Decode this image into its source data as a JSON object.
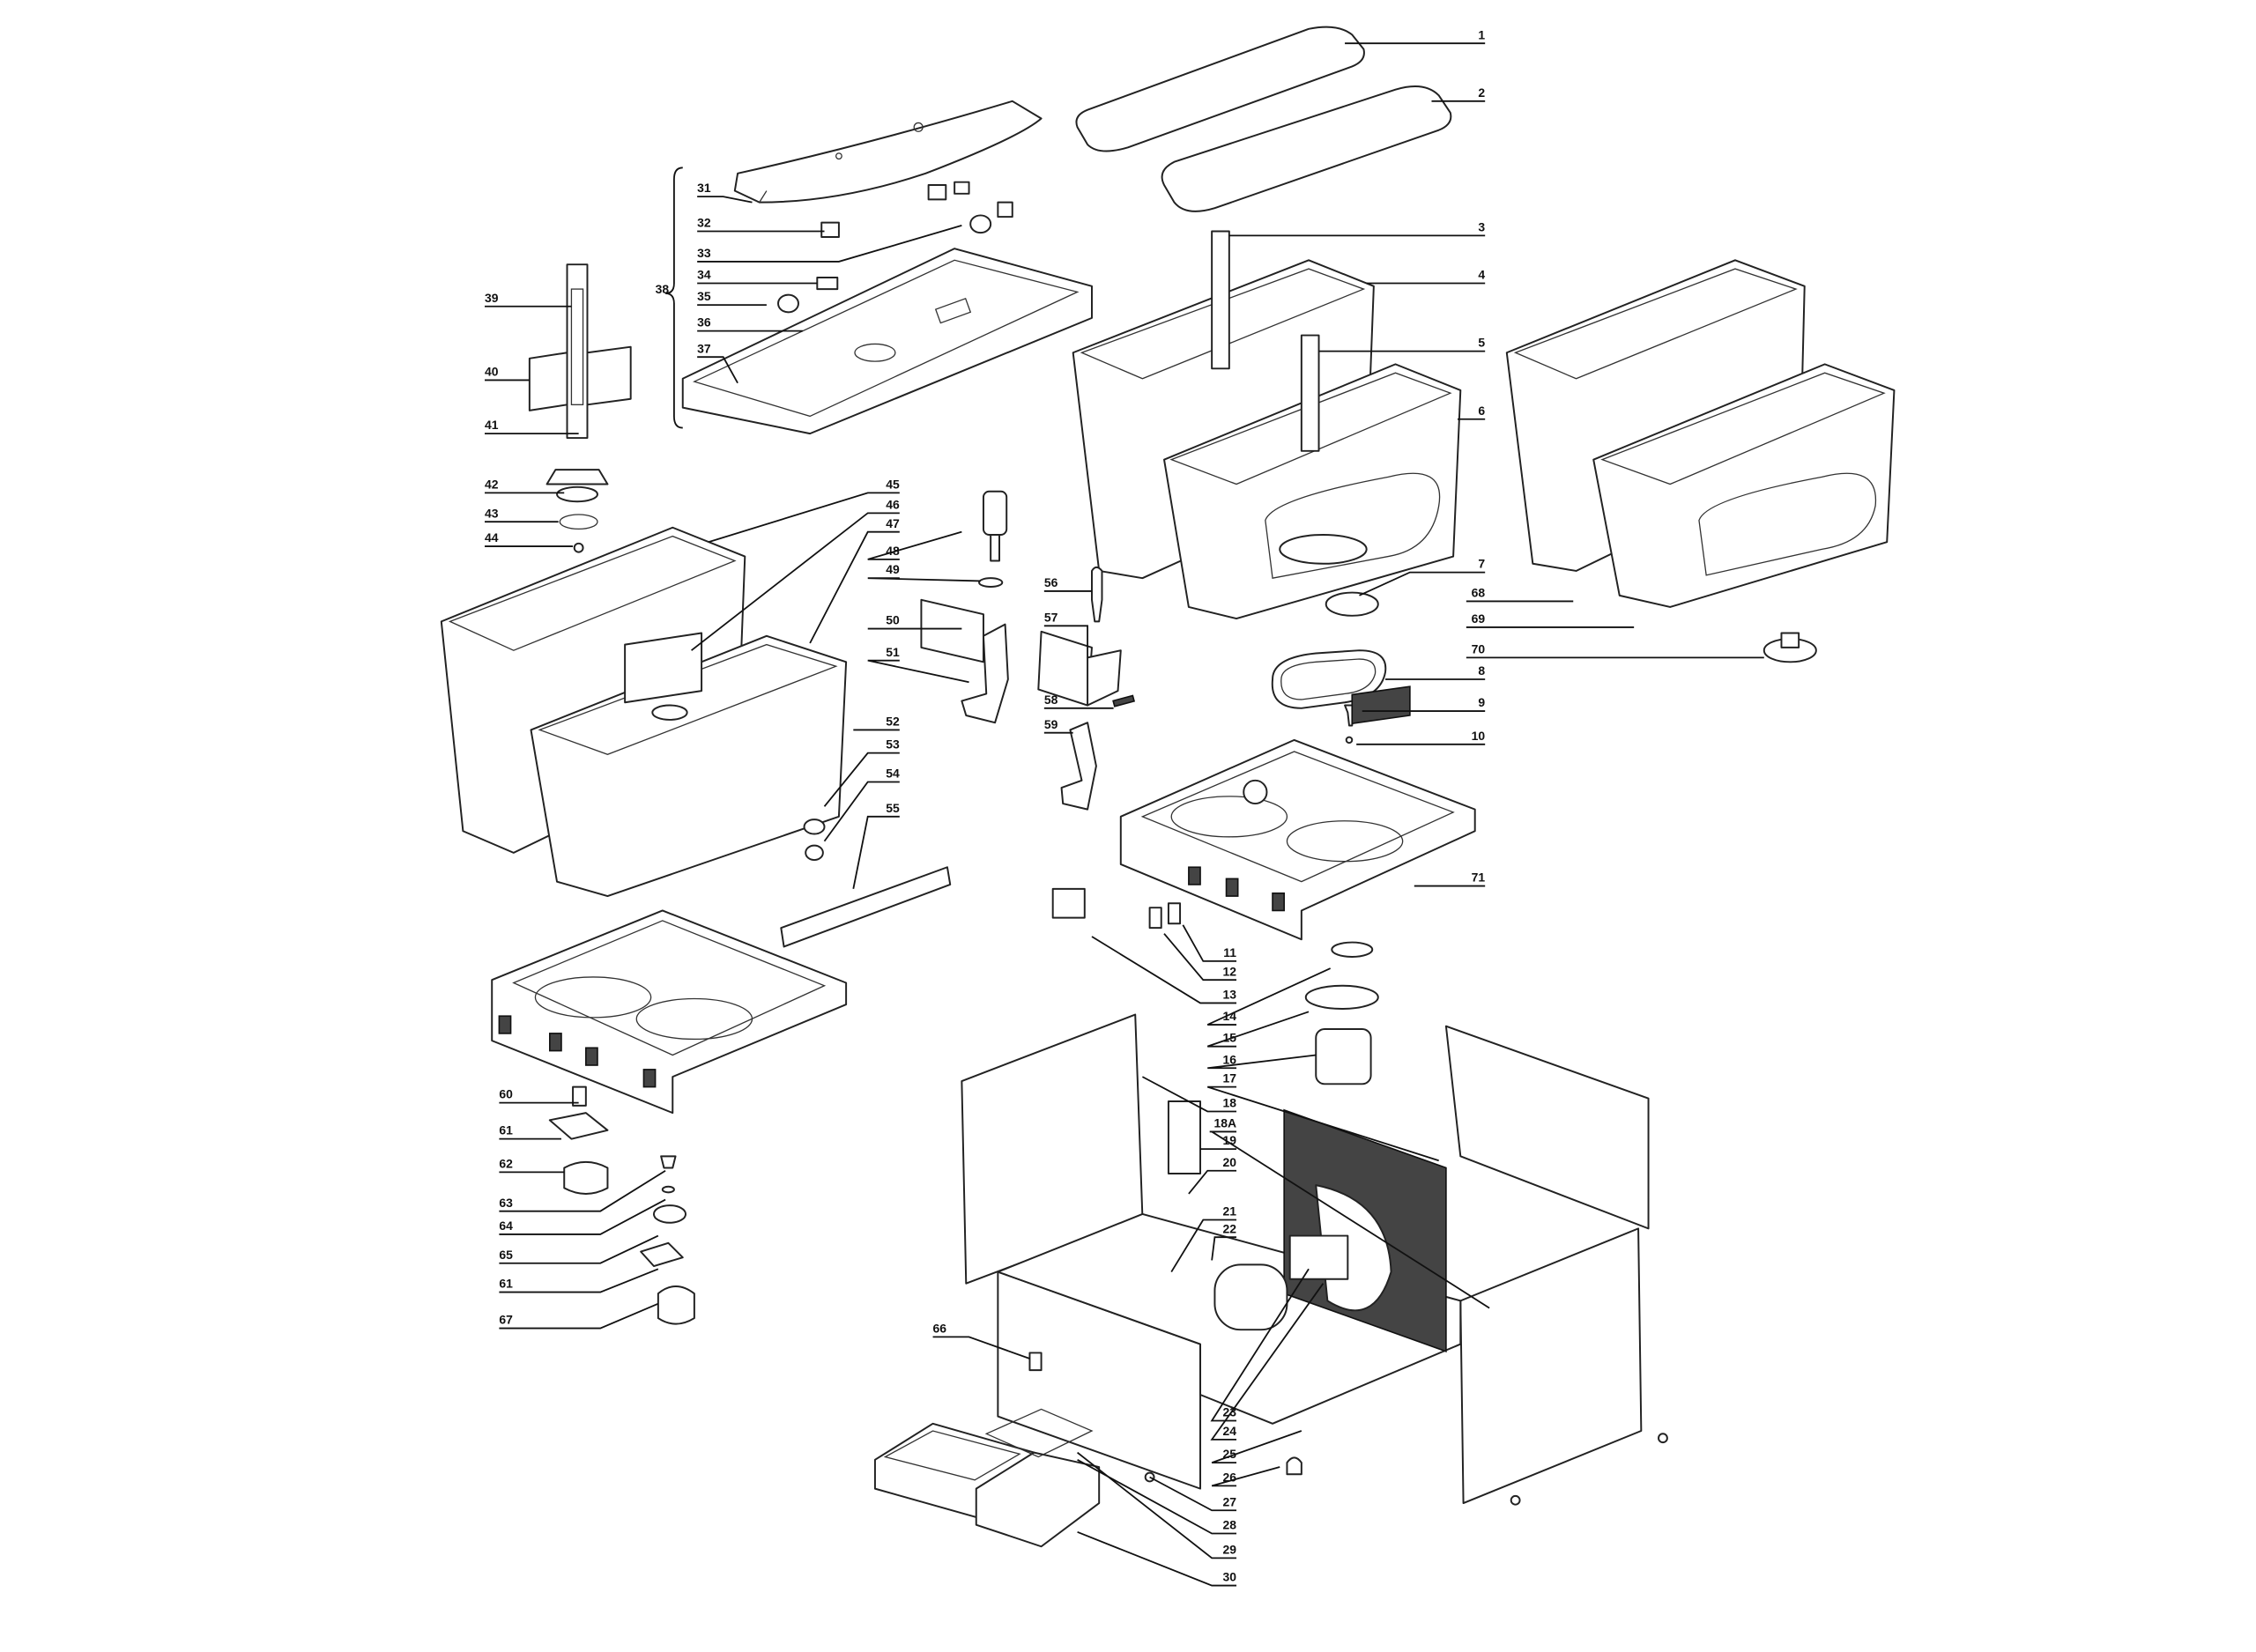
{
  "diagram_title": "",
  "callouts": [
    "1",
    "2",
    "3",
    "4",
    "5",
    "6",
    "7",
    "8",
    "9",
    "10",
    "11",
    "12",
    "13",
    "14",
    "15",
    "16",
    "17",
    "18",
    "18A",
    "19",
    "20",
    "21",
    "22",
    "23",
    "24",
    "25",
    "26",
    "27",
    "28",
    "29",
    "30",
    "31",
    "32",
    "33",
    "34",
    "35",
    "36",
    "37",
    "38",
    "39",
    "40",
    "41",
    "42",
    "43",
    "44",
    "45",
    "46",
    "47",
    "48",
    "49",
    "50",
    "51",
    "52",
    "53",
    "54",
    "55",
    "56",
    "57",
    "58",
    "59",
    "60",
    "61",
    "62",
    "63",
    "64",
    "65",
    "61",
    "67",
    "66",
    "68",
    "69",
    "70",
    "71"
  ]
}
